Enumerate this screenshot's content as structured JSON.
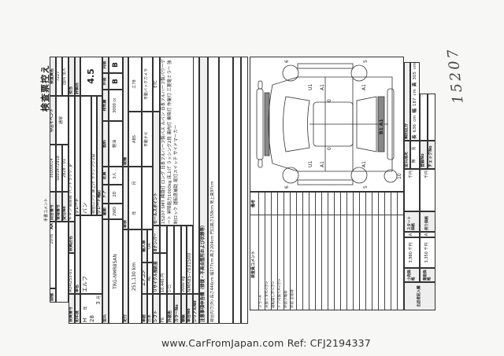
{
  "sheet": {
    "title": "検査票控え",
    "handwritten_comment_label": "手書コメント",
    "header": {
      "venue_label": "開催",
      "venue_no": "2076",
      "venue_code": "AA",
      "inquiry_label": "問合番号",
      "inquiry_no": "36000014",
      "mgmt_label": "管理番号",
      "mgmt_no": "S001472918",
      "receipt_label": "受付No",
      "receipt_no": "2828 - 01",
      "event_label": "中古イベント",
      "event_value": "通常",
      "inspector_label": "検査員名",
      "inspector_no": "7227",
      "inspector_type": "国内 法人"
    },
    "vehicle": {
      "member_no_label": "会員番号",
      "member_no": "AO4I253-01",
      "member_shop_label": "会員店名",
      "member_shop": "キャン WWW. パントラック. JP",
      "staff_label": "担当",
      "first_reg_label": "初年度",
      "first_reg_era": "H",
      "first_reg_year_label": "年",
      "first_reg_year": "28",
      "first_reg_month": "3",
      "first_reg_month_label": "月",
      "car_name_label": "車名",
      "car_name": "エルフ",
      "grade_label": "グレード",
      "grade": "バン",
      "grade_note_label": "グレード補記",
      "grade_note": "荷台ロング 床上げ ラッシング2段",
      "score_label": "評価点",
      "score": "4.5",
      "model_label": "型式",
      "model": "TRG-NMR85AN",
      "drive_label": "駆動",
      "drive": "2WD",
      "door_label": "ドア",
      "door": "2D",
      "capacity_label": "定員",
      "capacity": "3人",
      "fuel_label": "燃料",
      "fuel": "軽油",
      "displacement_label": "排気量",
      "displacement": "3000 cc",
      "exterior_label": "外装",
      "exterior": "B",
      "interior_label": "内装",
      "interior": "B",
      "mileage_label": "走行",
      "mileage": "251,130 km",
      "inspection_label": "車検",
      "inspection_year_label": "年",
      "inspection_month_label": "月",
      "equipment_label": "装備",
      "equip_abs": "ABS",
      "equip_ac2": "エ78",
      "equip_camera": "不動バックカメラ",
      "equip_navi": "不動ナビ",
      "equip_etc": "ETC",
      "history_label": "車歴",
      "history": "自家",
      "aircon_label": "エアコン",
      "aircon": "AC",
      "import_label": "輸入車",
      "import": "OR",
      "shift_label": "シフト",
      "shift": "F6",
      "recycle_label": "リサイクル預託金",
      "recycle": "10,440 円",
      "number_label": "8ナンバー",
      "sales_point_label": "セールスポイント",
      "sales_point": "15207 SMT 標識灯 ロング 日本フルハーフ製バス ルバン 日本フルハーフ製パワーゲート 昇降能力1000kg 床上げ ラッシング2段 庫内灯 乗降灯 作業灯 三菱電ミラー 強制ロック 運転席補助 尾灯スイッチ サイドマーカー",
      "color_label": "外装色",
      "color": "シロ",
      "color_no_label": "カラーNo",
      "load_label": "積載",
      "load": "2000 kg",
      "chassis_label": "車台No",
      "chassis": "NMR85-7031500",
      "serial_label": "シリアルNo",
      "notes_label": "注意事項申告欄（修復・不具合箇所および状態等）",
      "notes": "荷台内寸(外)  長さ446cm  幅177cm  高さ204cm   門口高さ158cm   地上高97cm"
    },
    "comments": {
      "inspector_comment_label": "検査員コメント",
      "remarks_label": "備考",
      "items": [
        "ミラーA",
        "天張りすれ<小>",
        "運転席しわ<小>",
        "ドア内張りA<小>",
        "外装小傷有",
        "外装 塗装跡"
      ]
    },
    "diagram": {
      "marks": {
        "front_wheel": "6",
        "rear_wheel": "5",
        "door_u": "U1",
        "door_a": "A1",
        "sill": "0",
        "rear_quarter": "A1",
        "rear_bumper": "B1 A1",
        "spare": "10"
      }
    },
    "pricing": {
      "seller_label": "出品者記入欄",
      "retail_label": "小売価格",
      "retail": "3,980 千円",
      "wholesale_label": "業販価格",
      "wholesale": "3,350 千円",
      "a1": "A",
      "a2": "A",
      "start_label": "スタート価格",
      "start_unit": "千円",
      "sell_label": "売り価格",
      "sell_unit": "千円",
      "type_spec_label": "型式指定",
      "type_spec": "無",
      "class_label": "類別区分",
      "class_value": "充",
      "length_label": "長",
      "length": "636",
      "width_label": "幅",
      "width": "187",
      "height_label": "高",
      "height": "305",
      "unit_cm": "cm",
      "reg_label": "登録No",
      "check_label": "チェックNo",
      "dash": "-"
    },
    "handwritten": "15207"
  },
  "watermark": "www.CarFromJapan.com Ref: CFJ2194337"
}
